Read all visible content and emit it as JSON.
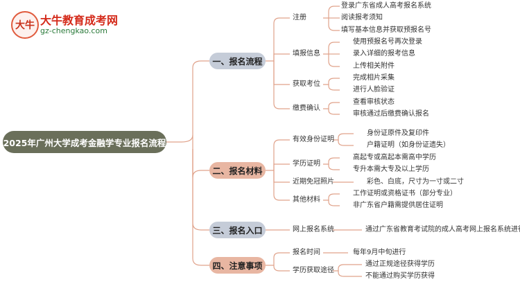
{
  "logo": {
    "name": "大牛教育成考网",
    "url": "gz-chengkao.com",
    "mark": "大牛"
  },
  "root": "2025年广州大学成考金融学专业报名流程",
  "sections": [
    {
      "title": "一、报名流程",
      "groups": [
        {
          "label": "注册",
          "items": [
            "登录广东省成人高考报名系统",
            "阅读报考须知",
            "填写基本信息并获取预报名号"
          ]
        },
        {
          "label": "填报信息",
          "items": [
            "使用预报名号再次登录",
            "录入详细的报考信息",
            "上传相关附件"
          ]
        },
        {
          "label": "获取考位",
          "items": [
            "完成相片采集",
            "进行人脸验证"
          ]
        },
        {
          "label": "缴费确认",
          "items": [
            "查看审核状态",
            "审核通过后缴费确认报名"
          ]
        }
      ]
    },
    {
      "title": "二、报名材料",
      "groups": [
        {
          "label": "有效身份证明",
          "items": [
            "身份证原件及复印件",
            "户籍证明（如身份证遗失）"
          ]
        },
        {
          "label": "学历证明",
          "items": [
            "高起专或高起本需高中学历",
            "专升本需大专及以上学历"
          ]
        },
        {
          "label": "近期免冠照片",
          "items": [
            "彩色、白底，尺寸为一寸或二寸"
          ]
        },
        {
          "label": "其他材料",
          "items": [
            "工作证明或资格证书（部分专业）",
            "非广东省户籍需提供居住证明"
          ]
        }
      ]
    },
    {
      "title": "三、报名入口",
      "groups": [
        {
          "label": "网上报名系统",
          "items": [
            "通过广东省教育考试院的成人高考网上报名系统进行"
          ]
        }
      ]
    },
    {
      "title": "四、注意事项",
      "groups": [
        {
          "label": "报名时间",
          "items": [
            "每年9月中旬进行"
          ]
        },
        {
          "label": "学历获取途径",
          "items": [
            "通过正规途径获得学历",
            "不能通过购买学历获得"
          ]
        }
      ]
    }
  ],
  "colors": {
    "root": "#6a6f5a",
    "section_a": "#c5ccd8",
    "section_b": "#e8b6a2",
    "line": "#e0a28a"
  }
}
